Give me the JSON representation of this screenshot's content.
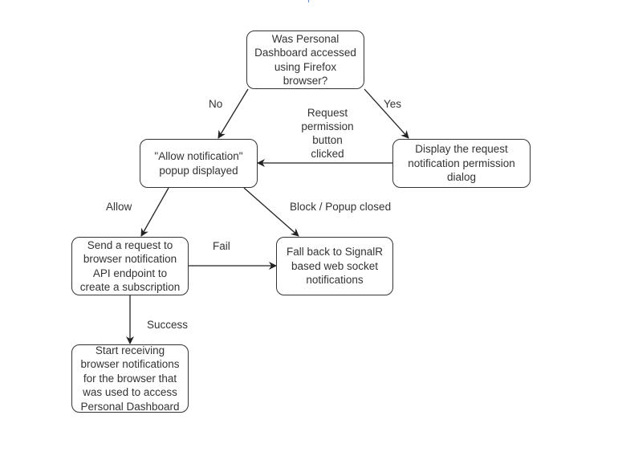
{
  "diagram": {
    "type": "flowchart",
    "nodes": {
      "q_firefox": "Was Personal\nDashboard accessed\nusing Firefox\nbrowser?",
      "popup": "\"Allow notification\"\npopup displayed",
      "display_dialog": "Display the request\nnotification permission\ndialog",
      "send_request": "Send a request to\nbrowser notification\nAPI endpoint to\ncreate a subscription",
      "fallback": "Fall back to SignalR\nbased web socket\nnotifications",
      "start_receiving": "Start receiving\nbrowser notifications\nfor the browser that\nwas used to access\nPersonal Dashboard"
    },
    "edges": [
      {
        "from": "q_firefox",
        "to": "popup",
        "label": "No"
      },
      {
        "from": "q_firefox",
        "to": "display_dialog",
        "label": "Yes"
      },
      {
        "from": "display_dialog",
        "to": "popup",
        "label": "Request\npermission\nbutton\nclicked"
      },
      {
        "from": "popup",
        "to": "send_request",
        "label": "Allow"
      },
      {
        "from": "popup",
        "to": "fallback",
        "label": "Block / Popup closed"
      },
      {
        "from": "send_request",
        "to": "fallback",
        "label": "Fail"
      },
      {
        "from": "send_request",
        "to": "start_receiving",
        "label": "Success"
      }
    ]
  },
  "colors": {
    "stroke": "#333333",
    "text": "#333333",
    "background": "#ffffff"
  }
}
